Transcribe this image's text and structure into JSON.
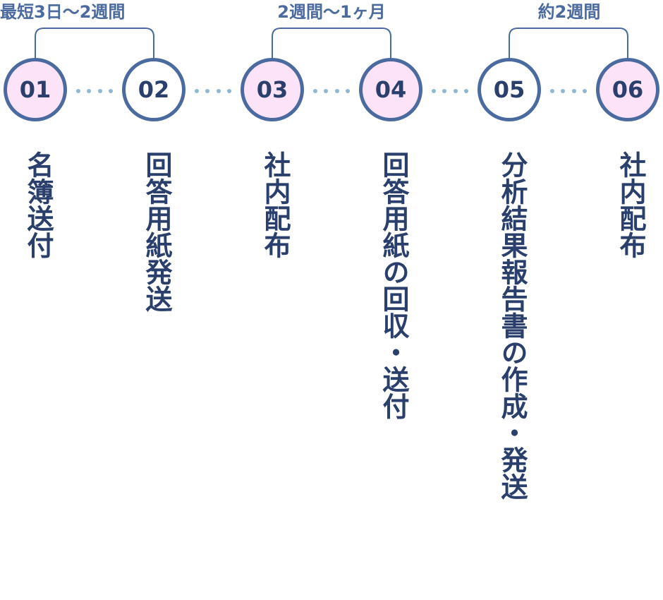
{
  "spans": [
    {
      "label": "最短3日〜2週間"
    },
    {
      "label": "2週間〜1ヶ月"
    },
    {
      "label": "約2週間"
    }
  ],
  "steps": [
    {
      "number": "01",
      "label": "名簿送付",
      "highlight": true
    },
    {
      "number": "02",
      "label": "回答用紙発送",
      "highlight": false
    },
    {
      "number": "03",
      "label": "社内配布",
      "highlight": true
    },
    {
      "number": "04",
      "label": "回答用紙の回収・送付",
      "highlight": true
    },
    {
      "number": "05",
      "label": "分析結果報告書の作成・発送",
      "highlight": false
    },
    {
      "number": "06",
      "label": "社内配布",
      "highlight": true
    }
  ],
  "colors": {
    "ring": "#4a6aa0",
    "fill_highlight": "#fde3f8",
    "number_text": "#2a3f6b",
    "dots": "#8fb8d4",
    "span_label": "#4a6aa0"
  }
}
